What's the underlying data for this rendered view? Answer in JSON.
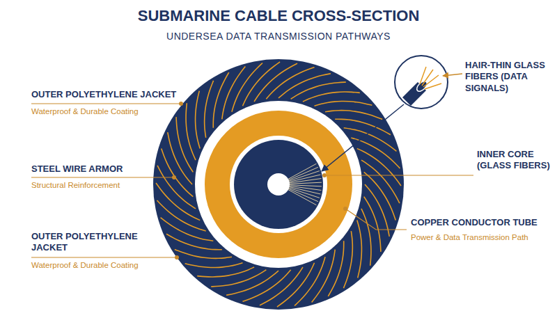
{
  "diagram": {
    "title": "SUBMARINE CABLE CROSS-SECTION",
    "labels": [
      "UNDERSEA DATA TRANSMISSION PATHWAYS",
      "OUTER POLYETHYLENE JACKET",
      "Waterproof & Durable Coating",
      "STEEL WIRE ARMOR",
      "Structural Reinforcement",
      "OUTER POLYETHYLENE JACKET",
      "Waterproof & Durable Coating",
      "HAIR-THIN GLASS FIBERS (DATA SIGNALS)",
      "INNER CORE (GLASS FIBERS)",
      "COPPER CONDUCTOR TUBE",
      "Power & Data Transmission Path"
    ]
  }
}
